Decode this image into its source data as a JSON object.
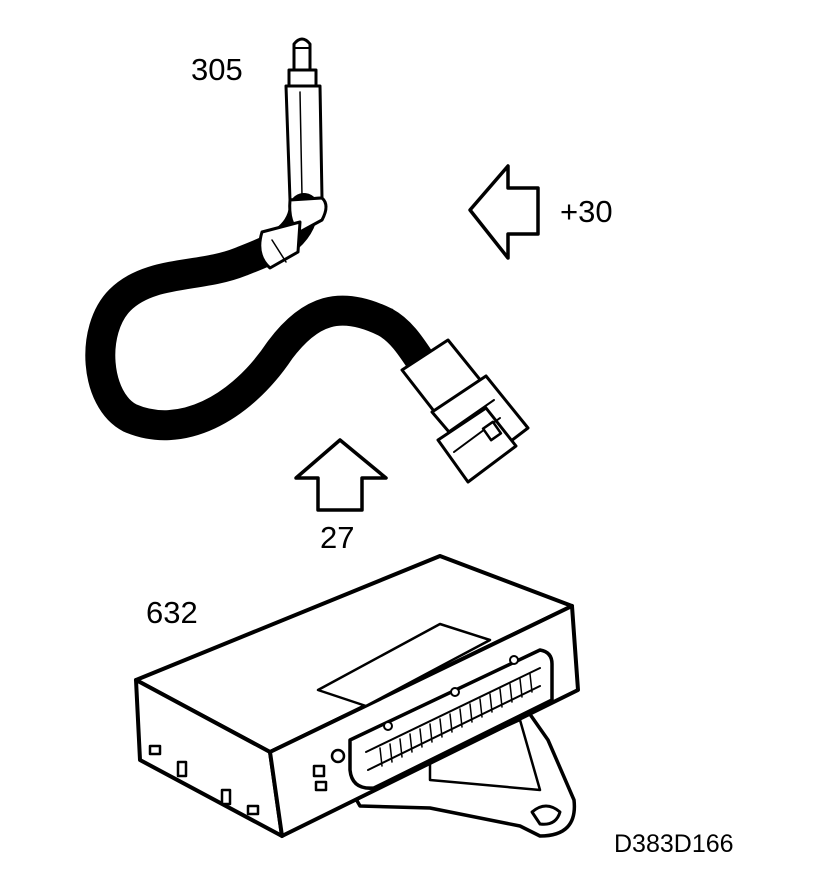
{
  "labels": {
    "sensor": "305",
    "arrow_right": "+30",
    "arrow_up": "27",
    "control_unit": "632"
  },
  "figure_id": "D383D166",
  "parts": {
    "sensor": "temperature-sensor-icon",
    "harness": "wiring-harness-icon",
    "connector": "plug-connector-icon",
    "control_unit": "control-module-icon",
    "bracket": "mounting-bracket-icon"
  },
  "colors": {
    "ink": "#000000",
    "paper": "#ffffff"
  }
}
